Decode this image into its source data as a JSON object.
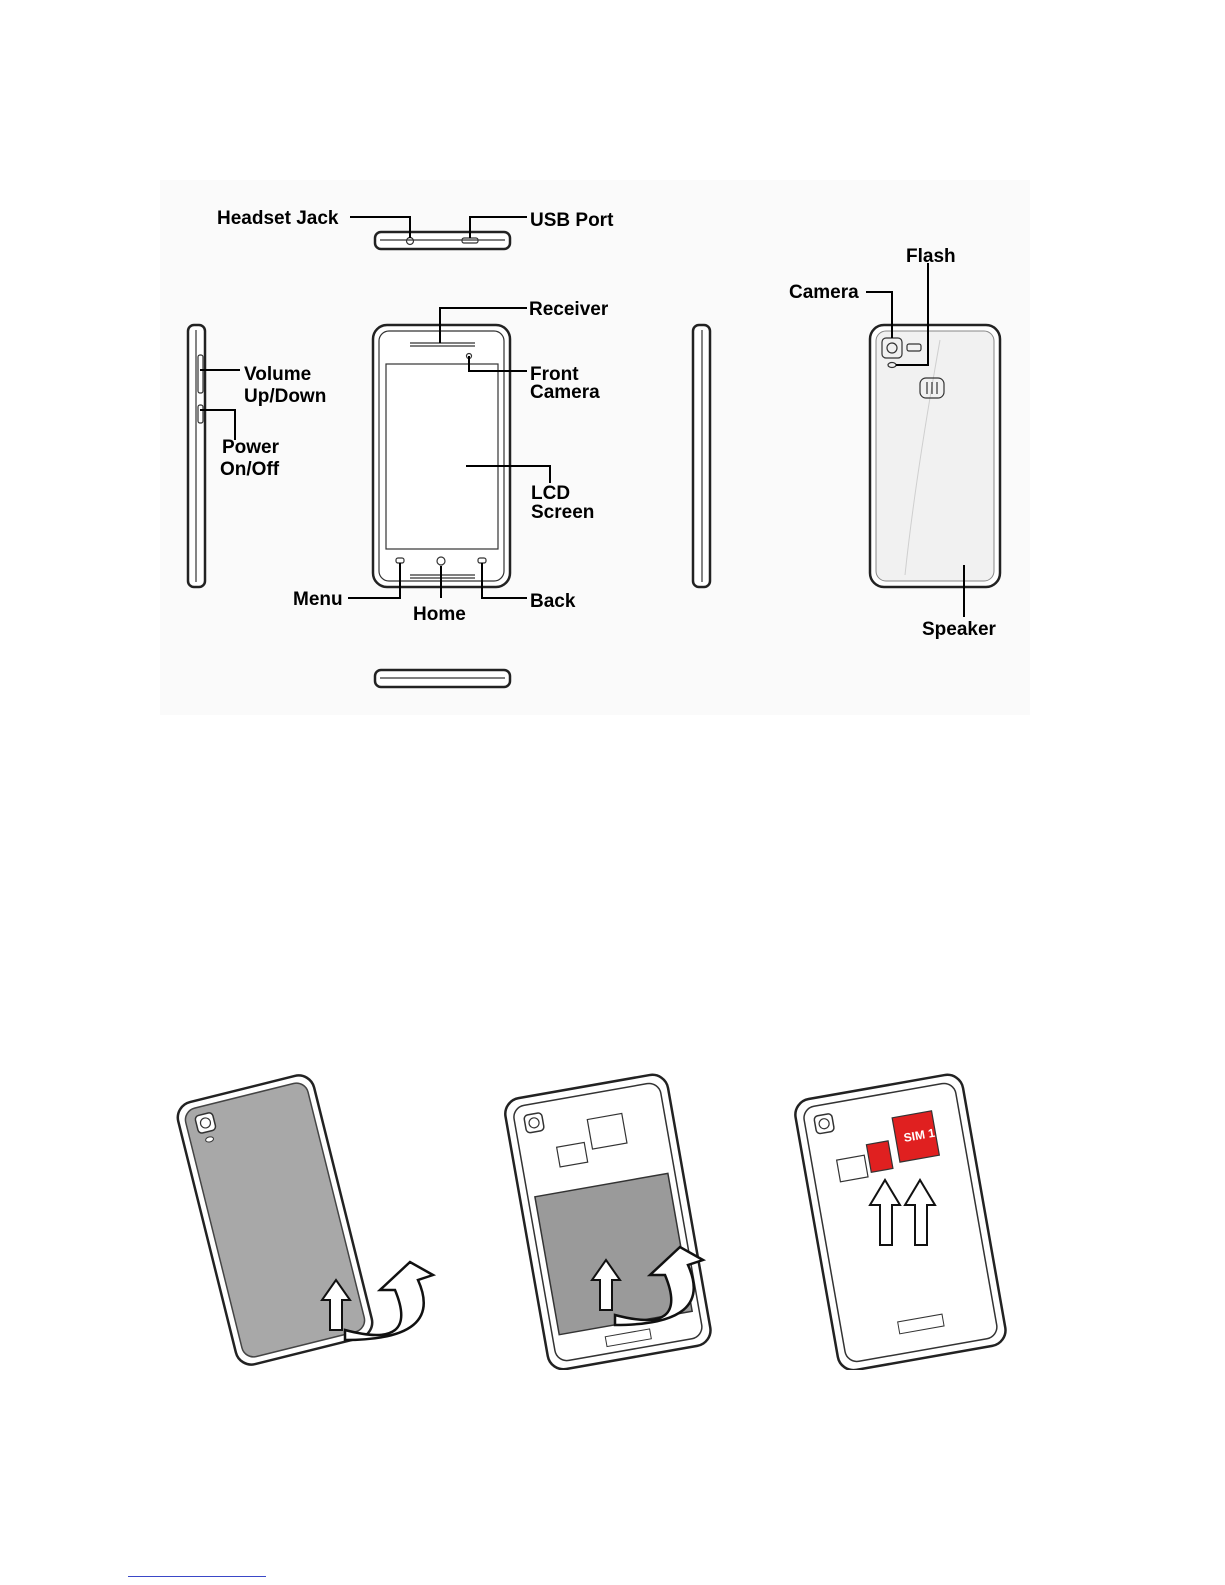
{
  "diagram_top": {
    "labels": {
      "headset_jack": "Headset Jack",
      "usb_port": "USB Port",
      "receiver": "Receiver",
      "front_camera_1": "Front",
      "front_camera_2": "Camera",
      "volume_1": "Volume",
      "volume_2": "Up/Down",
      "power_1": "Power",
      "power_2": "On/Off",
      "lcd_1": "LCD",
      "lcd_2": "Screen",
      "menu": "Menu",
      "home": "Home",
      "back": "Back",
      "flash": "Flash",
      "camera": "Camera",
      "speaker": "Speaker"
    }
  },
  "diagram_bottom": {
    "sim_label": "SIM 1"
  },
  "colors": {
    "line": "#222222",
    "sim_red": "#e02020",
    "battery_gray": "#9a9a9a",
    "back_cover_gray": "#a8a8a8",
    "footer_rule": "#3a48c7"
  }
}
